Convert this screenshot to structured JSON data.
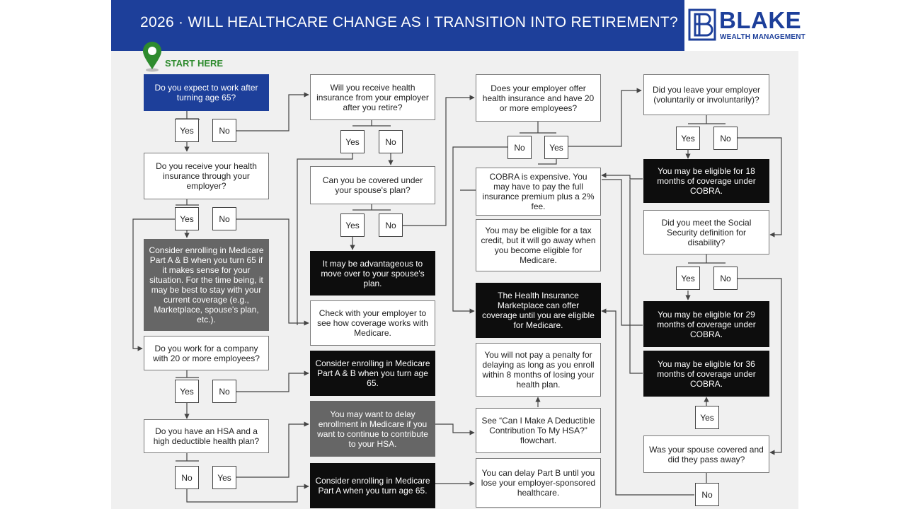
{
  "header": {
    "title": "2026 · WILL HEALTHCARE CHANGE AS I TRANSITION INTO RETIREMENT?",
    "brand_name": "BLAKE",
    "brand_sub": "WEALTH MANAGEMENT",
    "color": "#1d3f9a"
  },
  "start_label": "START HERE",
  "answers": {
    "yes": "Yes",
    "no": "No"
  },
  "nodes": {
    "q_work65": "Do you expect to work after turning age 65?",
    "q_employer_ins": "Do you receive your health insurance through your employer?",
    "r_consider_ab_when65": "Consider enrolling in Medicare Part A & B when you turn 65 if it makes sense for your situation. For the time being, it may be best to stay with your current coverage (e.g., Marketplace, spouse's plan, etc.).",
    "q_company20": "Do you work for a company with 20 or more employees?",
    "q_hsa": "Do you have an HSA and a high deductible health plan?",
    "q_retiree_ins": "Will you receive health insurance from your employer after you retire?",
    "q_spouse_plan": "Can you be covered under your spouse's plan?",
    "r_spouse_adv": "It may be advantageous to move over to your spouse's plan.",
    "r_check_employer": "Check with your employer to see how coverage works with Medicare.",
    "r_enroll_ab65": "Consider enrolling in Medicare Part A & B when you turn age 65.",
    "r_delay_hsa": "You may want to delay enrollment in Medicare if you want to continue to contribute to your HSA.",
    "r_enroll_a65": "Consider enrolling in Medicare Part A when you turn age 65.",
    "q_employer20": "Does your employer offer health insurance and have 20 or more employees?",
    "r_cobra_exp": "COBRA is expensive. You may have to pay the full insurance premium plus a 2% fee.",
    "r_tax_credit": "You may be eligible for a tax credit, but it will go away when you become eligible for Medicare.",
    "r_marketplace": "The Health Insurance Marketplace can offer coverage until you are eligible for Medicare.",
    "r_no_penalty": "You will not pay a penalty for delaying as long as you enroll within 8 months of losing your health plan.",
    "r_see_hsa": "See “Can I Make A Deductible Contribution To My HSA?” flowchart.",
    "r_delay_b": "You can delay Part B until you lose your employer-sponsored healthcare.",
    "q_leave_employer": "Did you leave your employer (voluntarily or involuntarily)?",
    "r_cobra18": "You may be eligible for 18 months of coverage under COBRA.",
    "q_disability": "Did you meet the Social Security definition for disability?",
    "r_cobra29": "You may be eligible for 29 months of coverage under COBRA.",
    "r_cobra36": "You may be eligible for 36 months of coverage under COBRA.",
    "q_spouse_passed": "Was your spouse covered and did they pass away?"
  }
}
